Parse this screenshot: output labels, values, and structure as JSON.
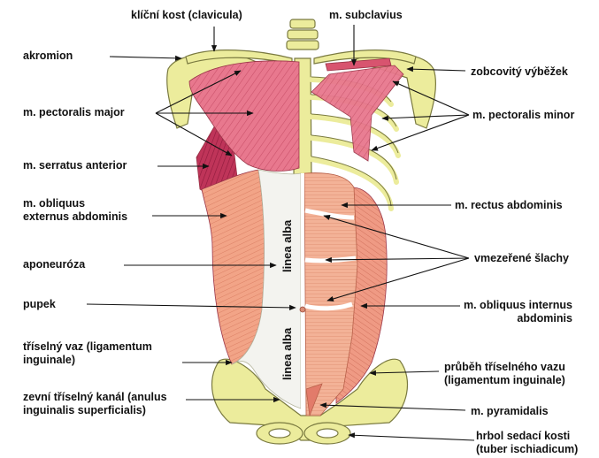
{
  "labels": {
    "klicni_kost": "klíční kost (clavicula)",
    "akromion": "akromion",
    "pectoralis_major": "m. pectoralis major",
    "serratus_anterior": "m. serratus anterior",
    "obliquus_externus": [
      "m. obliquus",
      "externus abdominis"
    ],
    "aponeuroza": "aponeuróza",
    "pupek": "pupek",
    "triselny_vaz": [
      "tříselný vaz (ligamentum",
      "inguinale)"
    ],
    "zevni_triselny_kanal": [
      "zevní tříselný kanál (anulus",
      "inguinalis superficialis)"
    ],
    "subclavius": "m. subclavius",
    "zobcovity_vybezek": "zobcovitý  výběžek",
    "pectoralis_minor": "m. pectoralis minor",
    "rectus_abdominis": "m. rectus abdominis",
    "vmezerene_slachy": "vmezeřené šlachy",
    "obliquus_internus": [
      "m. obliquus internus",
      "abdominis"
    ],
    "prubeh_triselneho_vazu": [
      "průběh tříselného vazu",
      "(ligamentum inguinale)"
    ],
    "pyramidalis": "m. pyramidalis",
    "hrbol_sedaci_kosti": [
      "hrbol sedací kosti",
      "(tuber ischiadicum)"
    ]
  },
  "vertical_labels": {
    "linea_alba_top": "linea  alba",
    "linea_alba_bottom": "linea  alba"
  },
  "colors": {
    "muscle_red": "#e46f86",
    "muscle_dark": "#b8284e",
    "muscle_peach": "#f0a182",
    "bone": "#ecec9c",
    "aponeurosis": "#f2f2f0"
  }
}
